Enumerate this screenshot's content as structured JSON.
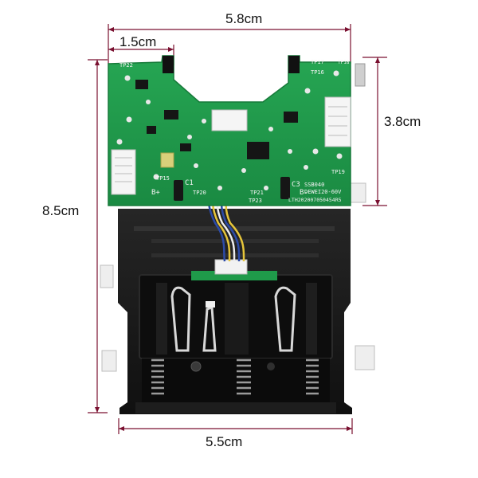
{
  "dimensions": {
    "top_width": "5.8cm",
    "top_section": "1.5cm",
    "pcb_height": "3.8cm",
    "total_height": "8.5cm",
    "bottom_width": "5.5cm"
  },
  "pcb_markings": {
    "tp22": "TP22",
    "tp17": "TP17",
    "tp18": "TP18",
    "tp16": "TP16",
    "tp19": "TP19",
    "tp20": "TP20",
    "tp21": "TP21",
    "tp23": "TP23",
    "tp15": "TP15",
    "c1": "C1",
    "c3": "C3",
    "b_plus": "B+",
    "b_minus": "B-",
    "line1": "SSB040",
    "line2": "DEWEI20-60V",
    "line3": "LTH202007050454R5"
  },
  "colors": {
    "pcb_green": "#1f9a4a",
    "housing_black": "#161616",
    "dimension_line": "#7a1030",
    "wire_blue": "#2c4ba8",
    "wire_yellow": "#e6c53a",
    "wire_white": "#eeeeee"
  }
}
